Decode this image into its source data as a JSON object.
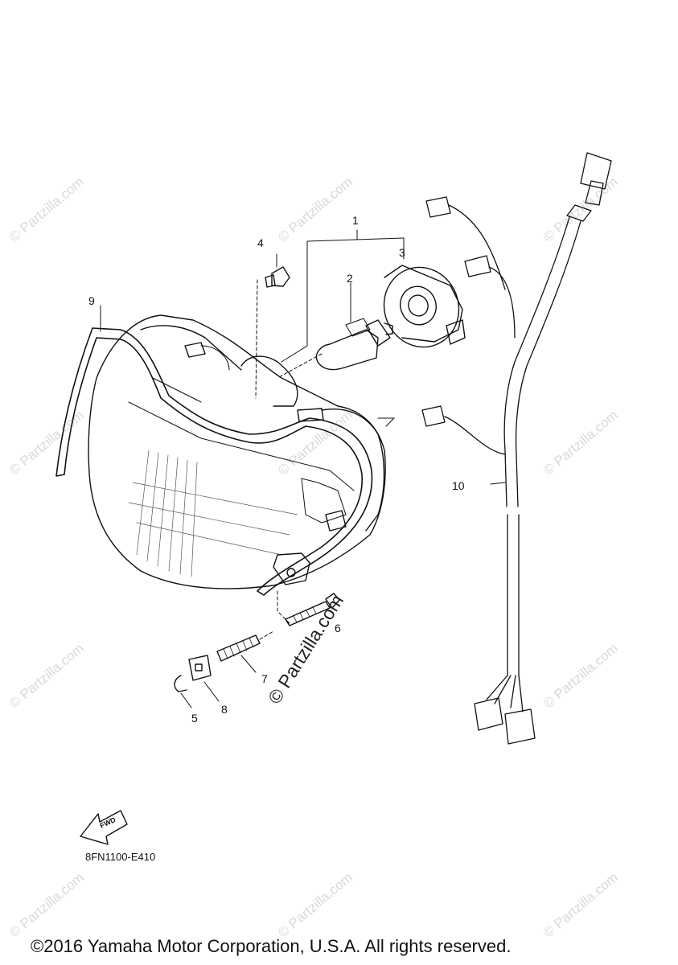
{
  "watermark_text": "© Partzilla.com",
  "big_watermark": "© Partzilla.com",
  "callouts": [
    {
      "id": "1",
      "label": "1"
    },
    {
      "id": "2",
      "label": "2"
    },
    {
      "id": "3",
      "label": "3"
    },
    {
      "id": "4",
      "label": "4"
    },
    {
      "id": "5",
      "label": "5"
    },
    {
      "id": "6",
      "label": "6"
    },
    {
      "id": "7",
      "label": "7"
    },
    {
      "id": "8",
      "label": "8"
    },
    {
      "id": "9",
      "label": "9"
    },
    {
      "id": "10",
      "label": "10"
    }
  ],
  "fwd_label": "FWD",
  "diagram_code": "8FN1100-E410",
  "copyright": "©2016 Yamaha Motor Corporation, U.S.A. All rights reserved."
}
